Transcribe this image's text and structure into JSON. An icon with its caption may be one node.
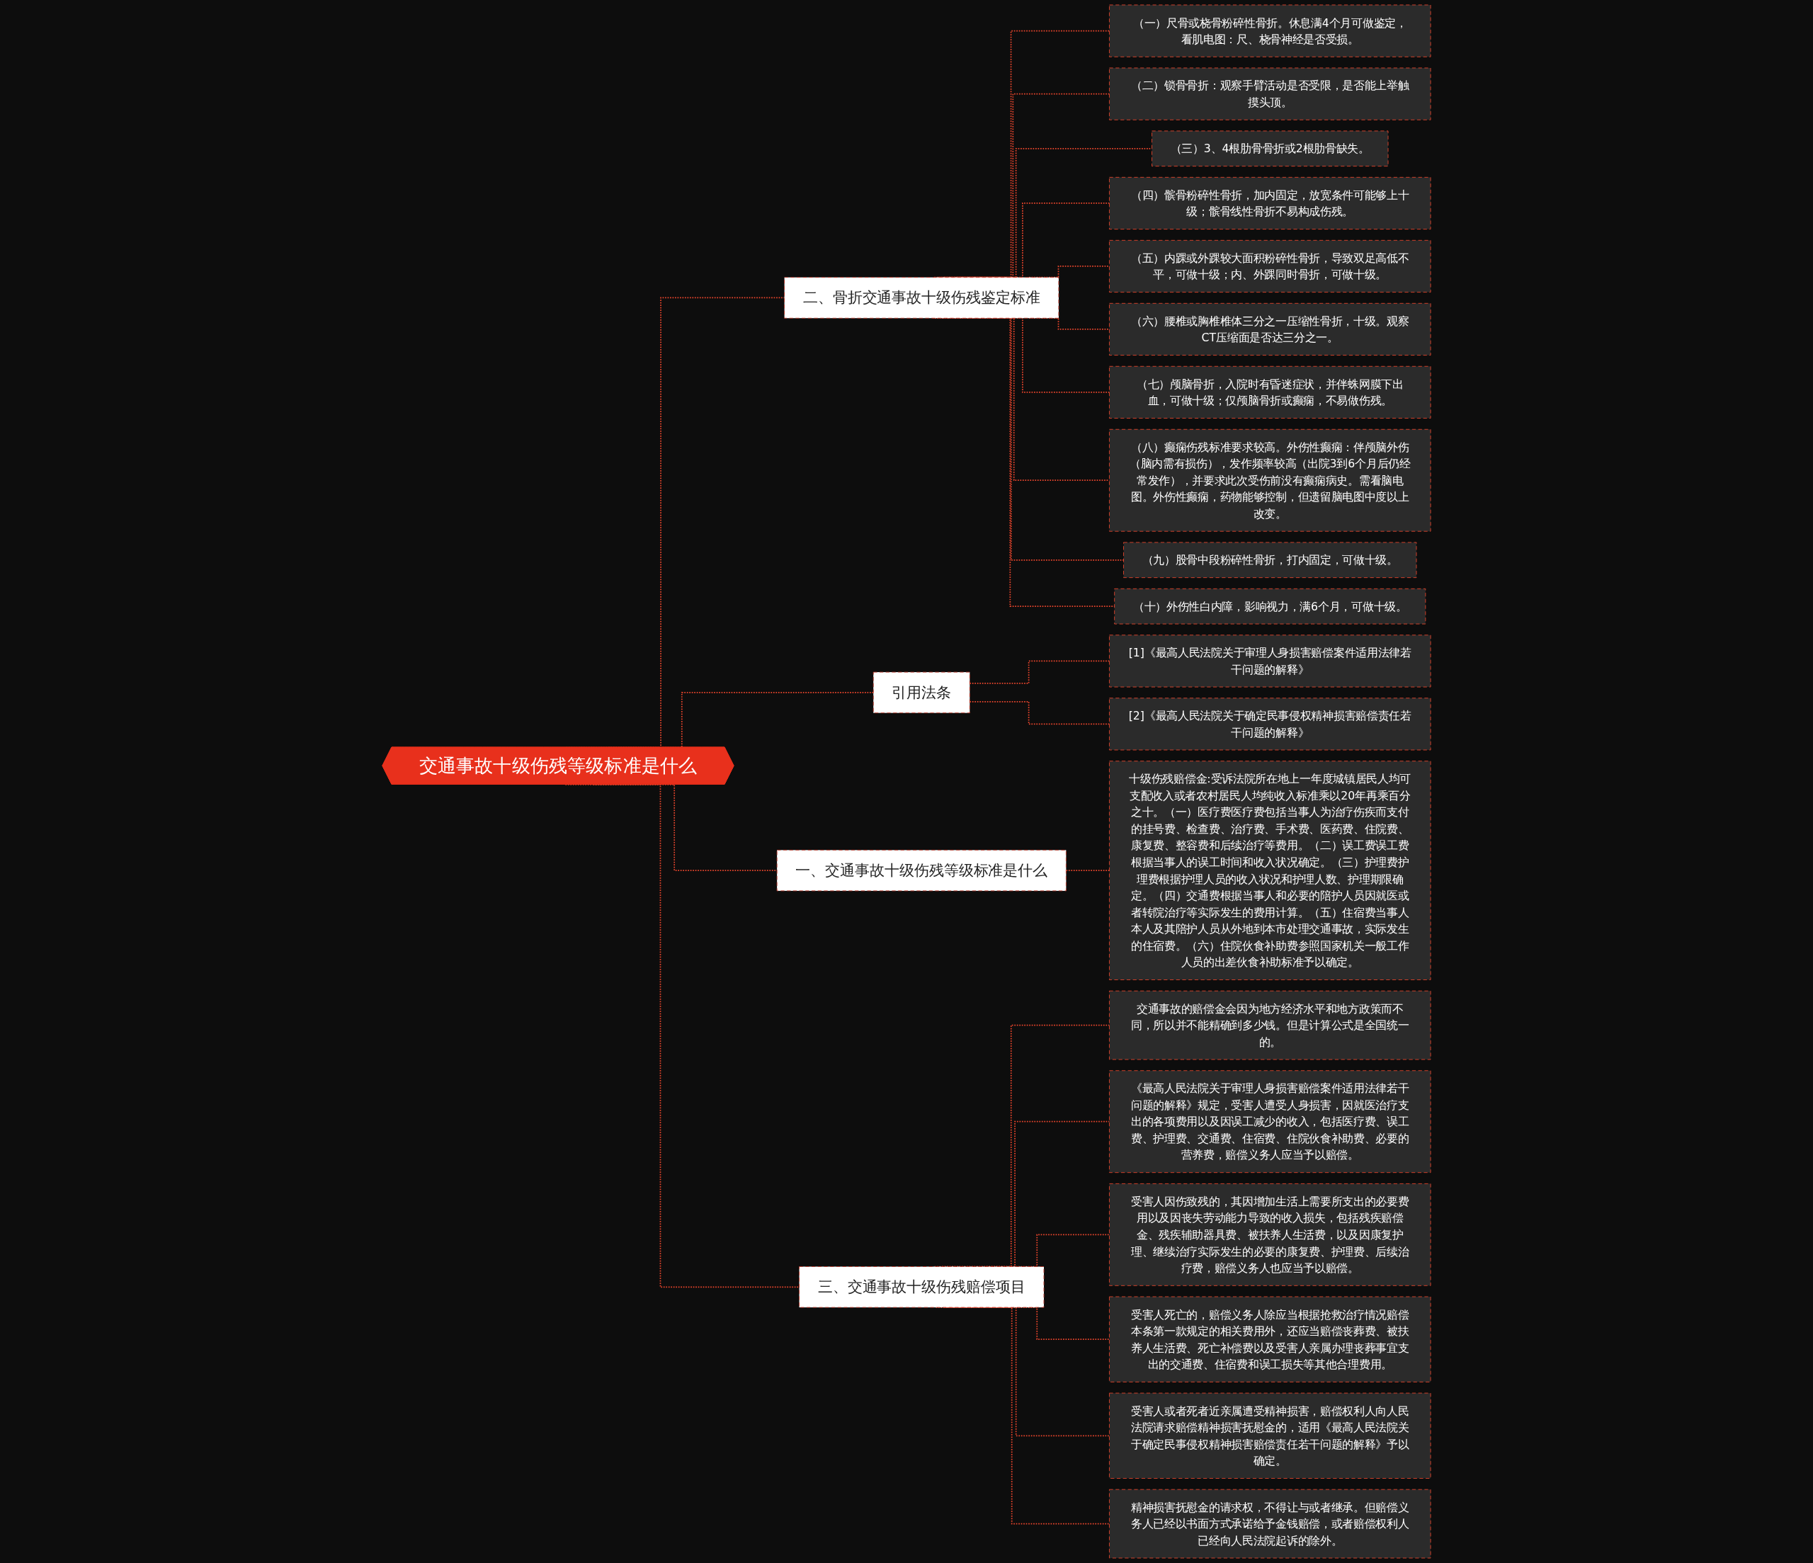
{
  "diagram": {
    "nodes": [
      {
        "text": [
          "交通事故十级伤残等级标准是什么"
        ]
      },
      {
        "text": [
          "二、骨折交通事故十级伤残鉴定标准"
        ]
      },
      {
        "text": [
          "（一）尺骨或桡骨粉碎性骨折。休息满4个月可做鉴定，看肌电图：尺、桡骨神经是否受损。"
        ]
      },
      {
        "text": [
          "（二）锁骨骨折：观察手臂活动是否受限，是否能上举触摸头顶。"
        ]
      },
      {
        "text": [
          "（三）3、4根肋骨骨折或2根肋骨缺失。"
        ]
      },
      {
        "text": [
          "（四）髌骨粉碎性骨折，加内固定，放宽条件可能够上十级；髌骨线性骨折不易构成伤残。"
        ]
      },
      {
        "text": [
          "（五）内踝或外踝较大面积粉碎性骨折，导致双足高低不平，可做十级；内、外踝同时骨折，可做十级。"
        ]
      },
      {
        "text": [
          "（六）腰椎或胸椎椎体三分之一压缩性骨折，十级。观察CT压缩面是否达三分之一。"
        ]
      },
      {
        "text": [
          "（七）颅脑骨折，入院时有昏迷症状，并伴蛛网膜下出血，可做十级；仅颅脑骨折或癫痫，不易做伤残。"
        ]
      },
      {
        "text": [
          "（八）癫痫伤残标准要求较高。外伤性癫痫：伴颅脑外伤（脑内需有损伤），发作频率较高（出院3到6个月后仍经常发作），并要求此次受伤前没有癫痫病史。需看脑电图。外伤性癫痫，药物能够控制，但遗留脑电图中度以上改变。"
        ]
      },
      {
        "text": [
          "（九）股骨中段粉碎性骨折，打内固定，可做十级。"
        ]
      },
      {
        "text": [
          "（十）外伤性白内障，影响视力，满6个月，可做十级。"
        ]
      },
      {
        "text": [
          "引用法条"
        ]
      },
      {
        "text": [
          "[1]《最高人民法院关于审理人身损害赔偿案件适用法律若干问题的解释》"
        ]
      },
      {
        "text": [
          "[2]《最高人民法院关于确定民事侵权精神损害赔偿责任若干问题的解释》"
        ]
      },
      {
        "text": [
          "一、交通事故十级伤残等级标准是什么"
        ]
      },
      {
        "text": [
          "十级伤残赔偿金:受诉法院所在地上一年度城镇居民人均可支配收入或者农村居民人均纯收入标准乘以20年再乘百分之十。（一）医疗费医疗费包括当事人为治疗伤疾而支付的挂号费、检查费、治疗费、手术费、医药费、住院费、康复费、整容费和后续治疗等费用。（二）误工费误工费根据当事人的误工时间和收入状况确定。（三）护理费护理费根据护理人员的收入状况和护理人数、护理期限确定。（四）交通费根据当事人和必要的陪护人员因就医或者转院治疗等实际发生的费用计算。（五）住宿费当事人本人及其陪护人员从外地到本市处理交通事故，实际发生的住宿费。（六）住院伙食补助费参照国家机关一般工作人员的出差伙食补助标准予以确定。"
        ]
      },
      {
        "text": [
          "三、交通事故十级伤残赔偿项目"
        ]
      },
      {
        "text": [
          "交通事故的赔偿金会因为地方经济水平和地方政策而不同，所以并不能精确到多少钱。但是计算公式是全国统一的。"
        ]
      },
      {
        "text": [
          "《最高人民法院关于审理人身损害赔偿案件适用法律若干问题的解释》规定，受害人遭受人身损害，因就医治疗支出的各项费用以及因误工减少的收入，包括医疗费、误工费、护理费、交通费、住宿费、住院伙食补助费、必要的营养费，赔偿义务人应当予以赔偿。"
        ]
      },
      {
        "text": [
          "受害人因伤致残的，其因增加生活上需要所支出的必要费用以及因丧失劳动能力导致的收入损失，包括残疾赔偿金、残疾辅助器具费、被扶养人生活费，以及因康复护理、继续治疗实际发生的必要的康复费、护理费、后续治疗费，赔偿义务人也应当予以赔偿。"
        ]
      },
      {
        "text": [
          "受害人死亡的，赔偿义务人除应当根据抢救治疗情况赔偿本条第一款规定的相关费用外，还应当赔偿丧葬费、被扶养人生活费、死亡补偿费以及受害人亲属办理丧葬事宜支出的交通费、住宿费和误工损失等其他合理费用。"
        ]
      },
      {
        "text": [
          "受害人或者死者近亲属遭受精神损害，赔偿权利人向人民法院请求赔偿精神损害抚慰金的，适用《最高人民法院关于确定民事侵权精神损害赔偿责任若干问题的解释》予以确定。"
        ]
      },
      {
        "text": [
          "精神损害抚慰金的请求权，不得让与或者继承。但赔偿义务人已经以书面方式承诺给予金钱赔偿，或者赔偿权利人已经向人民法院起诉的除外。"
        ]
      }
    ],
    "edges": [
      {
        "from": 0,
        "to": 1,
        "arrow": "none",
        "style": "dashed"
      },
      {
        "from": 1,
        "to": 2,
        "arrow": "none",
        "style": "dashed"
      },
      {
        "from": 1,
        "to": 3,
        "arrow": "none",
        "style": "dashed"
      },
      {
        "from": 1,
        "to": 4,
        "arrow": "none",
        "style": "dashed"
      },
      {
        "from": 1,
        "to": 5,
        "arrow": "none",
        "style": "dashed"
      },
      {
        "from": 1,
        "to": 6,
        "arrow": "none",
        "style": "dashed"
      },
      {
        "from": 1,
        "to": 7,
        "arrow": "none",
        "style": "dashed"
      },
      {
        "from": 1,
        "to": 8,
        "arrow": "none",
        "style": "dashed"
      },
      {
        "from": 1,
        "to": 9,
        "arrow": "none",
        "style": "dashed"
      },
      {
        "from": 1,
        "to": 10,
        "arrow": "none",
        "style": "dashed"
      },
      {
        "from": 1,
        "to": 11,
        "arrow": "none",
        "style": "dashed"
      },
      {
        "from": 0,
        "to": 12,
        "arrow": "none",
        "style": "dashed"
      },
      {
        "from": 12,
        "to": 13,
        "arrow": "none",
        "style": "dashed"
      },
      {
        "from": 12,
        "to": 14,
        "arrow": "none",
        "style": "dashed"
      },
      {
        "from": 0,
        "to": 15,
        "arrow": "none",
        "style": "dashed"
      },
      {
        "from": 15,
        "to": 16,
        "arrow": "none",
        "style": "dashed"
      },
      {
        "from": 0,
        "to": 17,
        "arrow": "none",
        "style": "dashed"
      },
      {
        "from": 17,
        "to": 18,
        "arrow": "none",
        "style": "dashed"
      },
      {
        "from": 17,
        "to": 19,
        "arrow": "none",
        "style": "dashed"
      },
      {
        "from": 17,
        "to": 20,
        "arrow": "none",
        "style": "dashed"
      },
      {
        "from": 17,
        "to": 21,
        "arrow": "none",
        "style": "dashed"
      },
      {
        "from": 17,
        "to": 22,
        "arrow": "none",
        "style": "dashed"
      },
      {
        "from": 17,
        "to": 23,
        "arrow": "none",
        "style": "dashed"
      }
    ]
  }
}
